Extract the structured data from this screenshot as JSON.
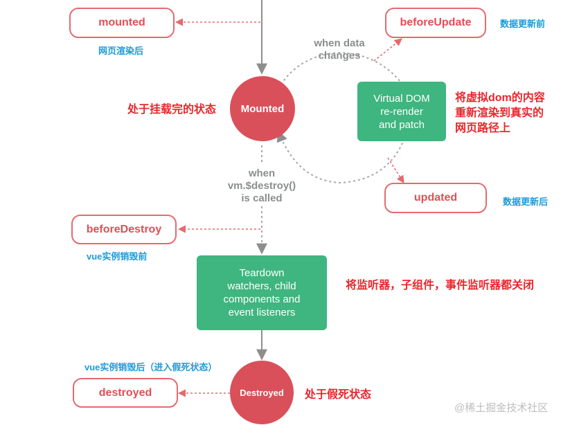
{
  "hooks": {
    "mounted": "mounted",
    "before_update": "beforeUpdate",
    "updated": "updated",
    "before_destroy": "beforeDestroy",
    "destroyed": "destroyed"
  },
  "states": {
    "mounted": "Mounted",
    "destroyed": "Destroyed"
  },
  "processes": {
    "vdom": "Virtual DOM\nre-render\nand patch",
    "teardown": "Teardown\nwatchers, child\ncomponents and\nevent listeners"
  },
  "conditions": {
    "data_changes": "when data\nchanges",
    "destroy_called": "when\nvm.$destroy()\nis called"
  },
  "notes_blue": {
    "page_rendered": "网页渲染后",
    "before_update": "数据更新前",
    "after_update": "数据更新后",
    "before_destroy": "vue实例销毁前",
    "after_destroy": "vue实例销毁后（进入假死状态）"
  },
  "notes_red": {
    "mounted_state": "处于挂载完的状态",
    "vdom_desc": "将虚拟dom的内容\n重新渲染到真实的\n网页路径上",
    "teardown_desc": "将监听器，子组件，事件监听器都关闭",
    "dead_state": "处于假死状态"
  },
  "watermark": "@稀土掘金技术社区",
  "colors": {
    "hook_border": "#e46a6e",
    "hook_text": "#e24e55",
    "state_fill": "#d9505a",
    "process_fill": "#3fb57f",
    "note_blue": "#1e9ad8",
    "note_red": "#e8262c",
    "condition_gray": "#8a8f8d"
  }
}
